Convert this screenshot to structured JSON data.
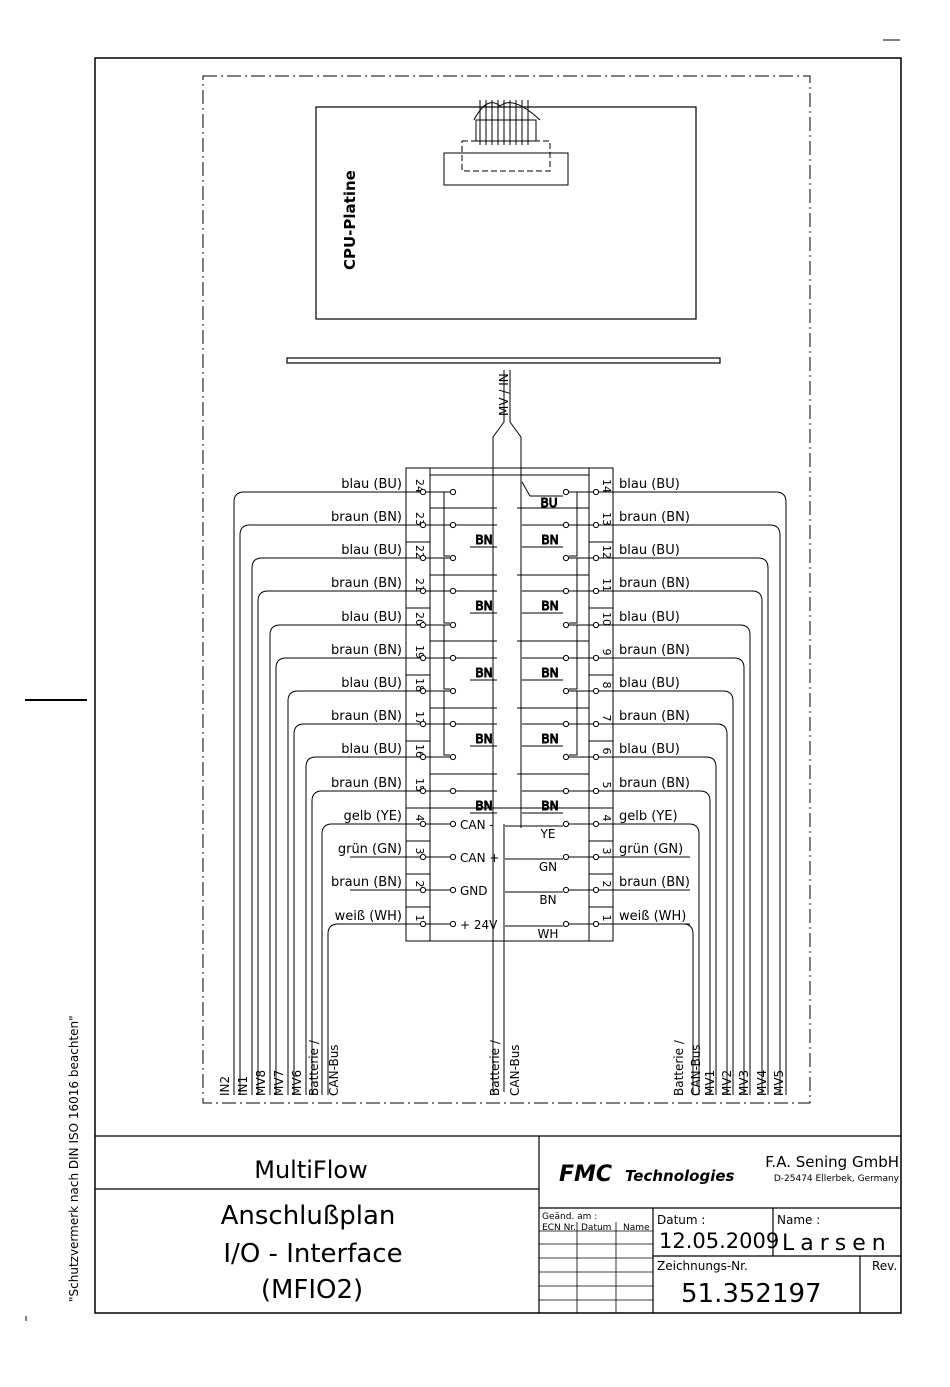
{
  "side_note": "\"Schutzvermerk nach DIN ISO 16016 beachten\"",
  "cpu_board_label": "CPU-Platine",
  "bus_label": "MV / IN",
  "left_pins": [
    {
      "num": "24",
      "label": "blau (BU)"
    },
    {
      "num": "23",
      "label": "braun (BN)"
    },
    {
      "num": "22",
      "label": "blau (BU)"
    },
    {
      "num": "21",
      "label": "braun (BN)"
    },
    {
      "num": "20",
      "label": "blau (BU)"
    },
    {
      "num": "19",
      "label": "braun (BN)"
    },
    {
      "num": "18",
      "label": "blau (BU)"
    },
    {
      "num": "17",
      "label": "braun (BN)"
    },
    {
      "num": "16",
      "label": "blau (BU)"
    },
    {
      "num": "15",
      "label": "braun (BN)"
    },
    {
      "num": "4",
      "label": "gelb (YE)"
    },
    {
      "num": "3",
      "label": "grün (GN)"
    },
    {
      "num": "2",
      "label": "braun (BN)"
    },
    {
      "num": "1",
      "label": "weiß (WH)"
    }
  ],
  "right_pins": [
    {
      "num": "14",
      "label": "blau (BU)"
    },
    {
      "num": "13",
      "label": "braun (BN)"
    },
    {
      "num": "12",
      "label": "blau (BU)"
    },
    {
      "num": "11",
      "label": "braun (BN)"
    },
    {
      "num": "10",
      "label": "blau (BU)"
    },
    {
      "num": "9",
      "label": "braun (BN)"
    },
    {
      "num": "8",
      "label": "blau (BU)"
    },
    {
      "num": "7",
      "label": "braun (BN)"
    },
    {
      "num": "6",
      "label": "blau (BU)"
    },
    {
      "num": "5",
      "label": "braun (BN)"
    },
    {
      "num": "4",
      "label": "gelb (YE)"
    },
    {
      "num": "3",
      "label": "grün (GN)"
    },
    {
      "num": "2",
      "label": "braun (BN)"
    },
    {
      "num": "1",
      "label": "weiß (WH)"
    }
  ],
  "bridge_labels": {
    "bu": "BU",
    "bn_left": [
      "BN",
      "BN",
      "BN",
      "BN",
      "BN"
    ],
    "bn_right": [
      "BN",
      "BN",
      "BN",
      "BN",
      "BN"
    ]
  },
  "can_left_labels": [
    "CAN -",
    "CAN +",
    "GND",
    "+ 24V"
  ],
  "can_right_labels": [
    "YE",
    "GN",
    "BN",
    "WH"
  ],
  "cable_labels": {
    "left": [
      "IN2",
      "IN1",
      "MV8",
      "MV7",
      "MV6",
      "Batterie /",
      "CAN-Bus"
    ],
    "center": [
      "Batterie /",
      "CAN-Bus"
    ],
    "right": [
      "Batterie /",
      "CAN-Bus",
      "MV1",
      "MV2",
      "MV3",
      "MV4",
      "MV5"
    ]
  },
  "title_block": {
    "product": "MultiFlow",
    "title_line1": "Anschlußplan",
    "title_line2": "I/O - Interface",
    "title_line3": "(MFIO2)",
    "logo_mark": "FMC",
    "logo_text": "Technologies",
    "company": "F.A. Sening GmbH",
    "address": "D-25474 Ellerbek, Germany",
    "rev_header_1": "Geänd. am :",
    "rev_header_2": "ECN Nr.",
    "rev_header_3": "Datum",
    "rev_header_4": "Name",
    "date_label": "Datum :",
    "date_value": "12.05.2009",
    "name_label": "Name :",
    "name_value": "Larsen",
    "drawing_no_label": "Zeichnungs-Nr.",
    "drawing_no": "51.352197",
    "rev_label": "Rev."
  },
  "colors": {
    "line": "#000000",
    "background": "#ffffff"
  }
}
